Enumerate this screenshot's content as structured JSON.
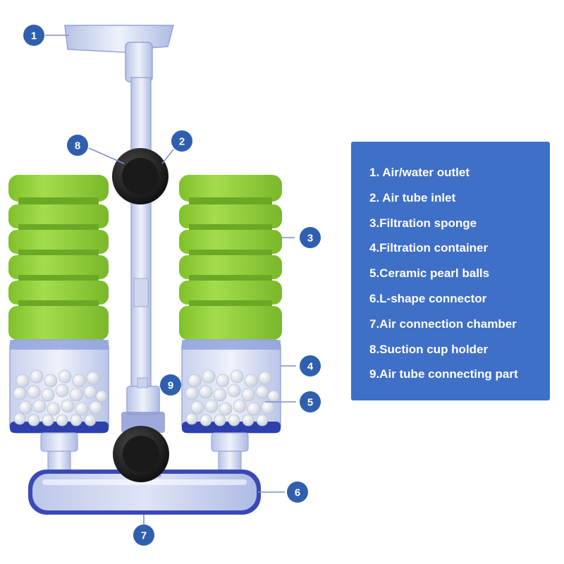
{
  "callouts": [
    {
      "number": "1"
    },
    {
      "number": "2"
    },
    {
      "number": "3"
    },
    {
      "number": "4"
    },
    {
      "number": "5"
    },
    {
      "number": "6"
    },
    {
      "number": "7"
    },
    {
      "number": "8"
    },
    {
      "number": "9"
    }
  ],
  "legend": {
    "items": [
      "1. Air/water outlet",
      "2. Air tube inlet",
      "3.Filtration sponge",
      "4.Filtration container",
      "5.Ceramic pearl balls",
      "6.L-shape connector",
      "7.Air connection chamber",
      "8.Suction cup holder",
      "9.Air tube connecting part"
    ]
  },
  "colors": {
    "badge": "#2f5fae",
    "legend_background": "#3f6fc7",
    "sponge": "#8fcf3a",
    "container_rim": "#2e3fae",
    "suction_cup": "#1b1b1b"
  }
}
